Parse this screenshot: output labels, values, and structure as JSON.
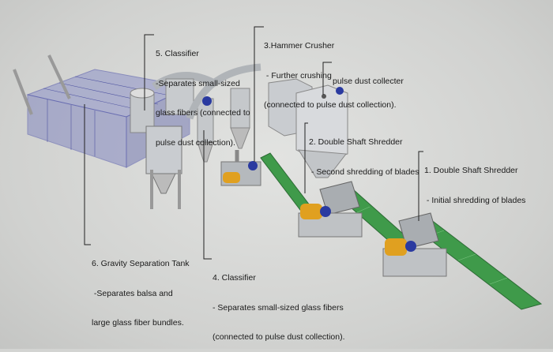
{
  "labels": [
    {
      "id": "classifier-5",
      "title": "5. Classifier",
      "lines": [
        "-Separates small-sized",
        "glass fibers (connected to",
        "pulse dust collection)."
      ]
    },
    {
      "id": "hammer-crusher-3",
      "title": "3.Hammer Crusher",
      "lines": [
        " - Further crushing",
        "(connected to pulse dust collection)."
      ]
    },
    {
      "id": "pulse-dust-collector",
      "title": "pulse dust collecter",
      "lines": []
    },
    {
      "id": "double-shaft-shredder-2",
      "title": "2. Double Shaft Shredder",
      "lines": [
        " - Second shredding of blades"
      ]
    },
    {
      "id": "double-shaft-shredder-1",
      "title": "1. Double Shaft Shredder",
      "lines": [
        " - Initial shredding of blades"
      ]
    },
    {
      "id": "gravity-separation-tank-6",
      "title": "6. Gravity Separation Tank",
      "lines": [
        " -Separates balsa and",
        "large glass fiber bundles."
      ]
    },
    {
      "id": "classifier-4",
      "title": "4. Classifier",
      "lines": [
        "- Separates small-sized glass fibers",
        "(connected to pulse dust collection)."
      ]
    }
  ],
  "colors": {
    "background": "#d3d4d2",
    "conveyor": "#3f9a4a",
    "motor": "#e0a020",
    "steel": "#b8bcc0",
    "tank-frame": "#4a4fa8",
    "accent-blue": "#2a3aa0"
  }
}
